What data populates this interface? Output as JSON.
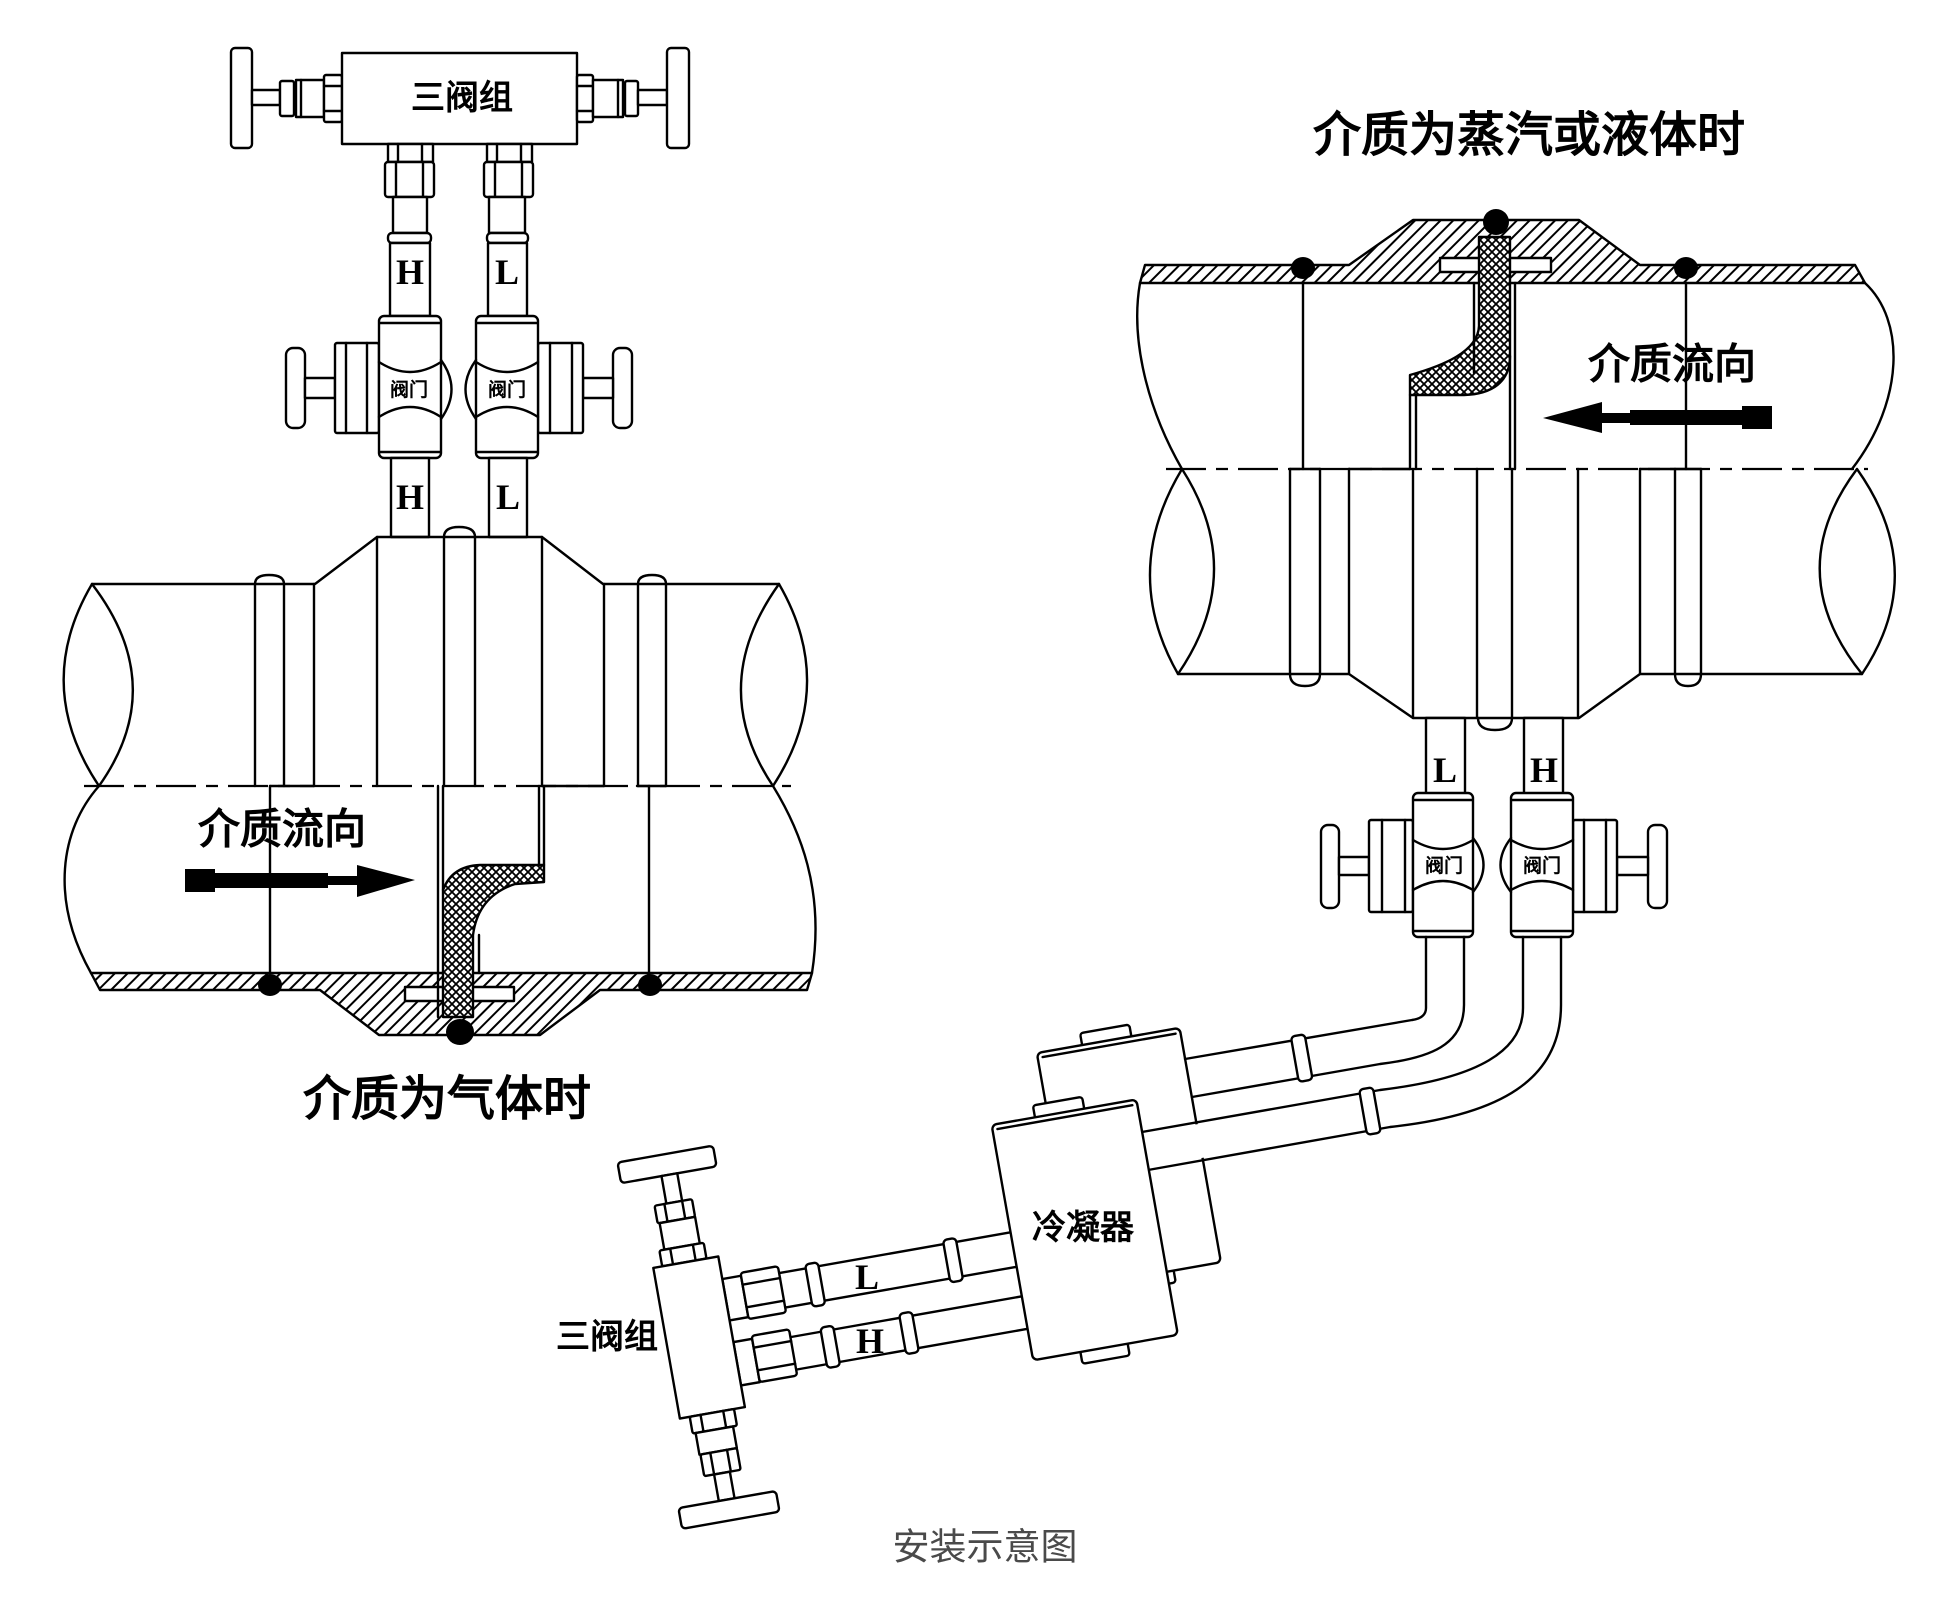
{
  "caption": "安装示意图",
  "gas_case": {
    "title": "介质为气体时",
    "flow_label": "介质流向",
    "flow_direction": "left-to-right",
    "manifold_label": "三阀组",
    "upper_tube_labels": [
      "H",
      "L"
    ],
    "valve_labels": [
      "阀门",
      "阀门"
    ],
    "lower_tube_labels": [
      "H",
      "L"
    ]
  },
  "steam_liquid_case": {
    "title": "介质为蒸汽或液体时",
    "flow_label": "介质流向",
    "flow_direction": "right-to-left",
    "tube_labels": [
      "L",
      "H"
    ],
    "valve_labels": [
      "阀门",
      "阀门"
    ],
    "condenser_label": "冷凝器",
    "manifold_label": "三阀组",
    "manifold_tube_labels": [
      "L",
      "H"
    ]
  },
  "colors": {
    "line": "#000000",
    "background": "#ffffff",
    "caption_text": "#4a4a4a"
  }
}
